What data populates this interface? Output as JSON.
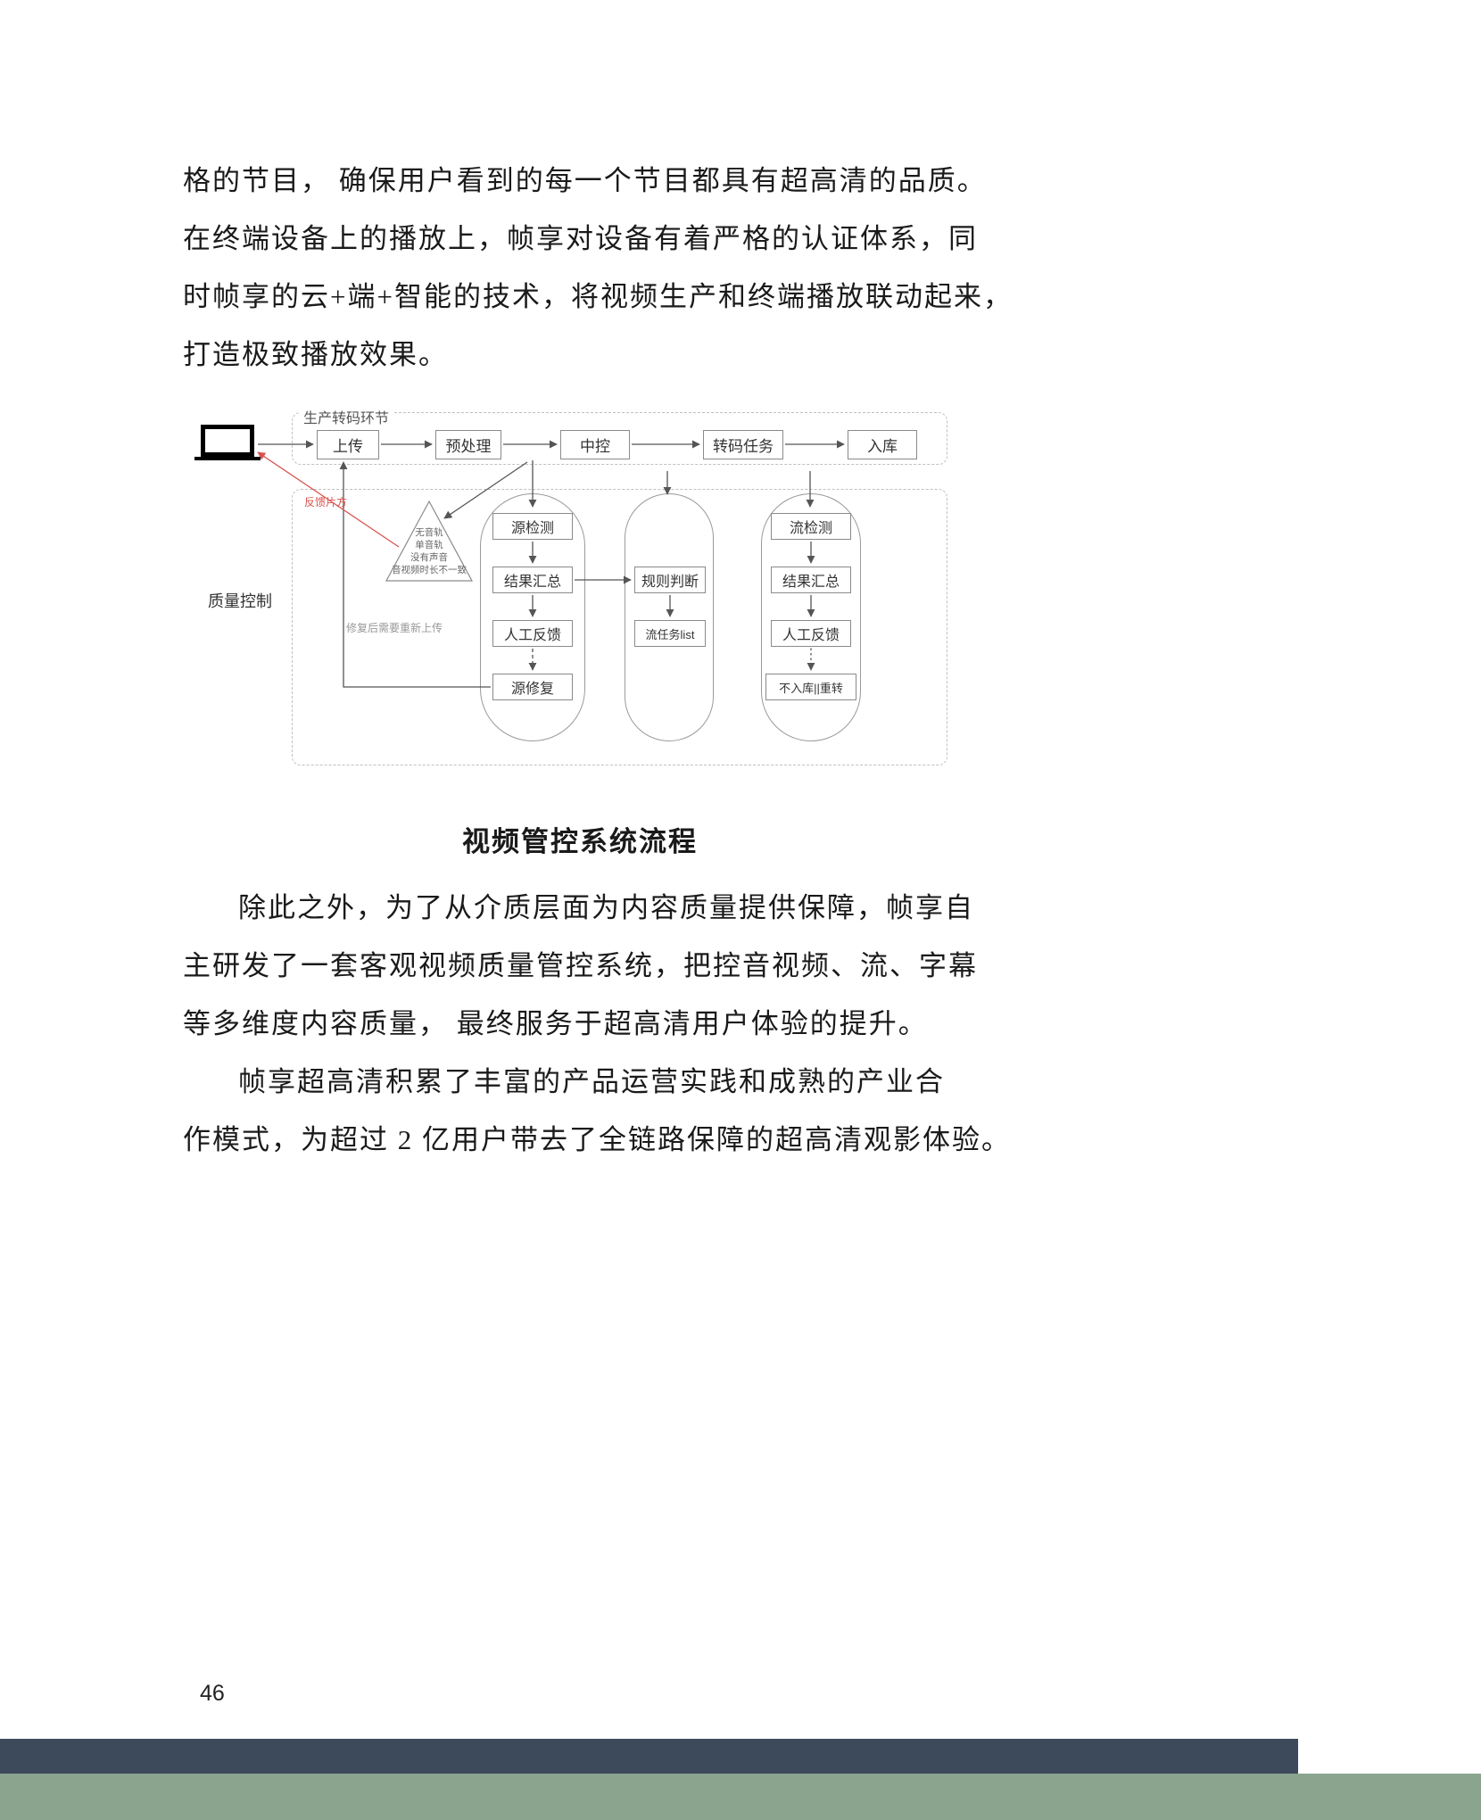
{
  "intro": {
    "lines": [
      "格的节目， 确保用户看到的每一个节目都具有超高清的品质。",
      "在终端设备上的播放上，帧享对设备有着严格的认证体系，同",
      "时帧享的云+端+智能的技术，将视频生产和终端播放联动起来，",
      "打造极致播放效果。"
    ]
  },
  "diagram": {
    "section_label": "生产转码环节",
    "quality_label": "质量控制",
    "feedback_label": "反馈片方",
    "reupload_note": "修复后需要重新上传",
    "top_nodes": [
      "上传",
      "预处理",
      "中控",
      "转码任务",
      "入库"
    ],
    "triangle_lines": [
      "无音轨",
      "单音轨",
      "没有声音",
      "音视频时长不一致"
    ],
    "capsule1": [
      "源检测",
      "结果汇总",
      "人工反馈",
      "源修复"
    ],
    "capsule2": [
      "规则判断",
      "流任务list"
    ],
    "capsule3": [
      "流检测",
      "结果汇总",
      "人工反馈",
      "不入库||重转"
    ]
  },
  "caption": "视频管控系统流程",
  "para1": {
    "lines": [
      "除此之外，为了从介质层面为内容质量提供保障，帧享自",
      "主研发了一套客观视频质量管控系统，把控音视频、流、字幕",
      "等多维度内容质量， 最终服务于超高清用户体验的提升。"
    ]
  },
  "para2": {
    "lines": [
      "帧享超高清积累了丰富的产品运营实践和成熟的产业合",
      "作模式，为超过 2 亿用户带去了全链路保障的超高清观影体验。"
    ]
  },
  "page_number": "46",
  "colors": {
    "footer_navy": "#3d4a5c",
    "footer_green": "#8aa48e",
    "feedback_red": "#d9534f"
  }
}
